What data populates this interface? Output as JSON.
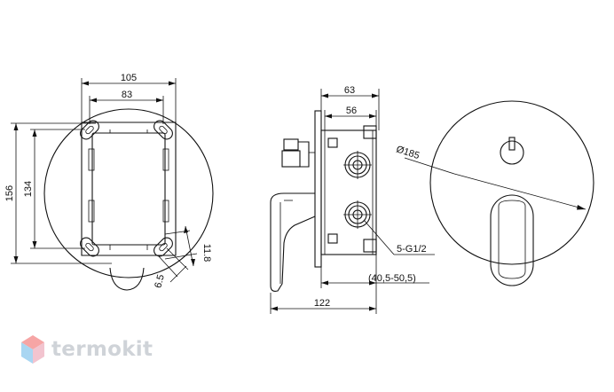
{
  "front_view": {
    "dim_width_outer": "105",
    "dim_width_inner": "83",
    "dim_height_outer": "156",
    "dim_height_inner": "134",
    "dim_slot_length": "11.8",
    "dim_slot_width": "6.5"
  },
  "side_view": {
    "dim_top_outer": "63",
    "dim_top_inner": "56",
    "dim_thread": "5-G1/2",
    "dim_depth_range": "(40,5-50,5)",
    "dim_total_depth": "122"
  },
  "plate_view": {
    "dim_diameter": "Ø185"
  },
  "brand": {
    "name": "termokit",
    "colors": {
      "hex_top": "#f6a5a5",
      "hex_left": "#a9d6f2",
      "hex_right": "#f2c4cf"
    }
  }
}
